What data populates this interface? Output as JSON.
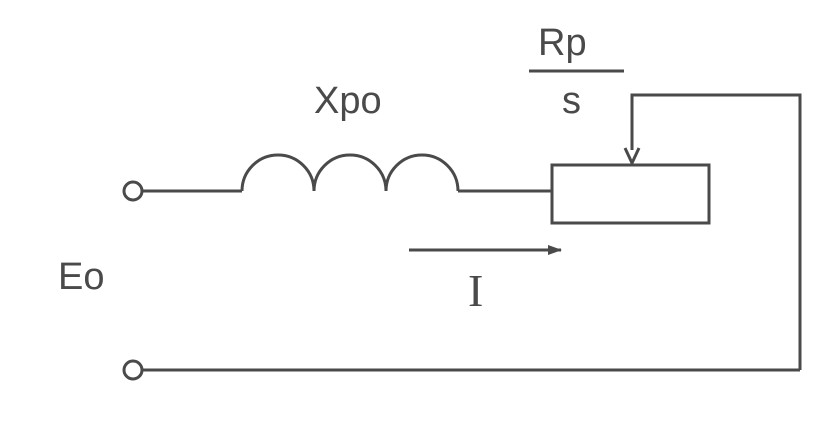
{
  "labels": {
    "inductor": "Xpo",
    "resistor_numerator": "Rp",
    "resistor_denominator": "s",
    "source": "Eo",
    "current": "I"
  },
  "colors": {
    "stroke": "#4a4a4a",
    "text": "#4a4a4a",
    "background": "#ffffff"
  }
}
